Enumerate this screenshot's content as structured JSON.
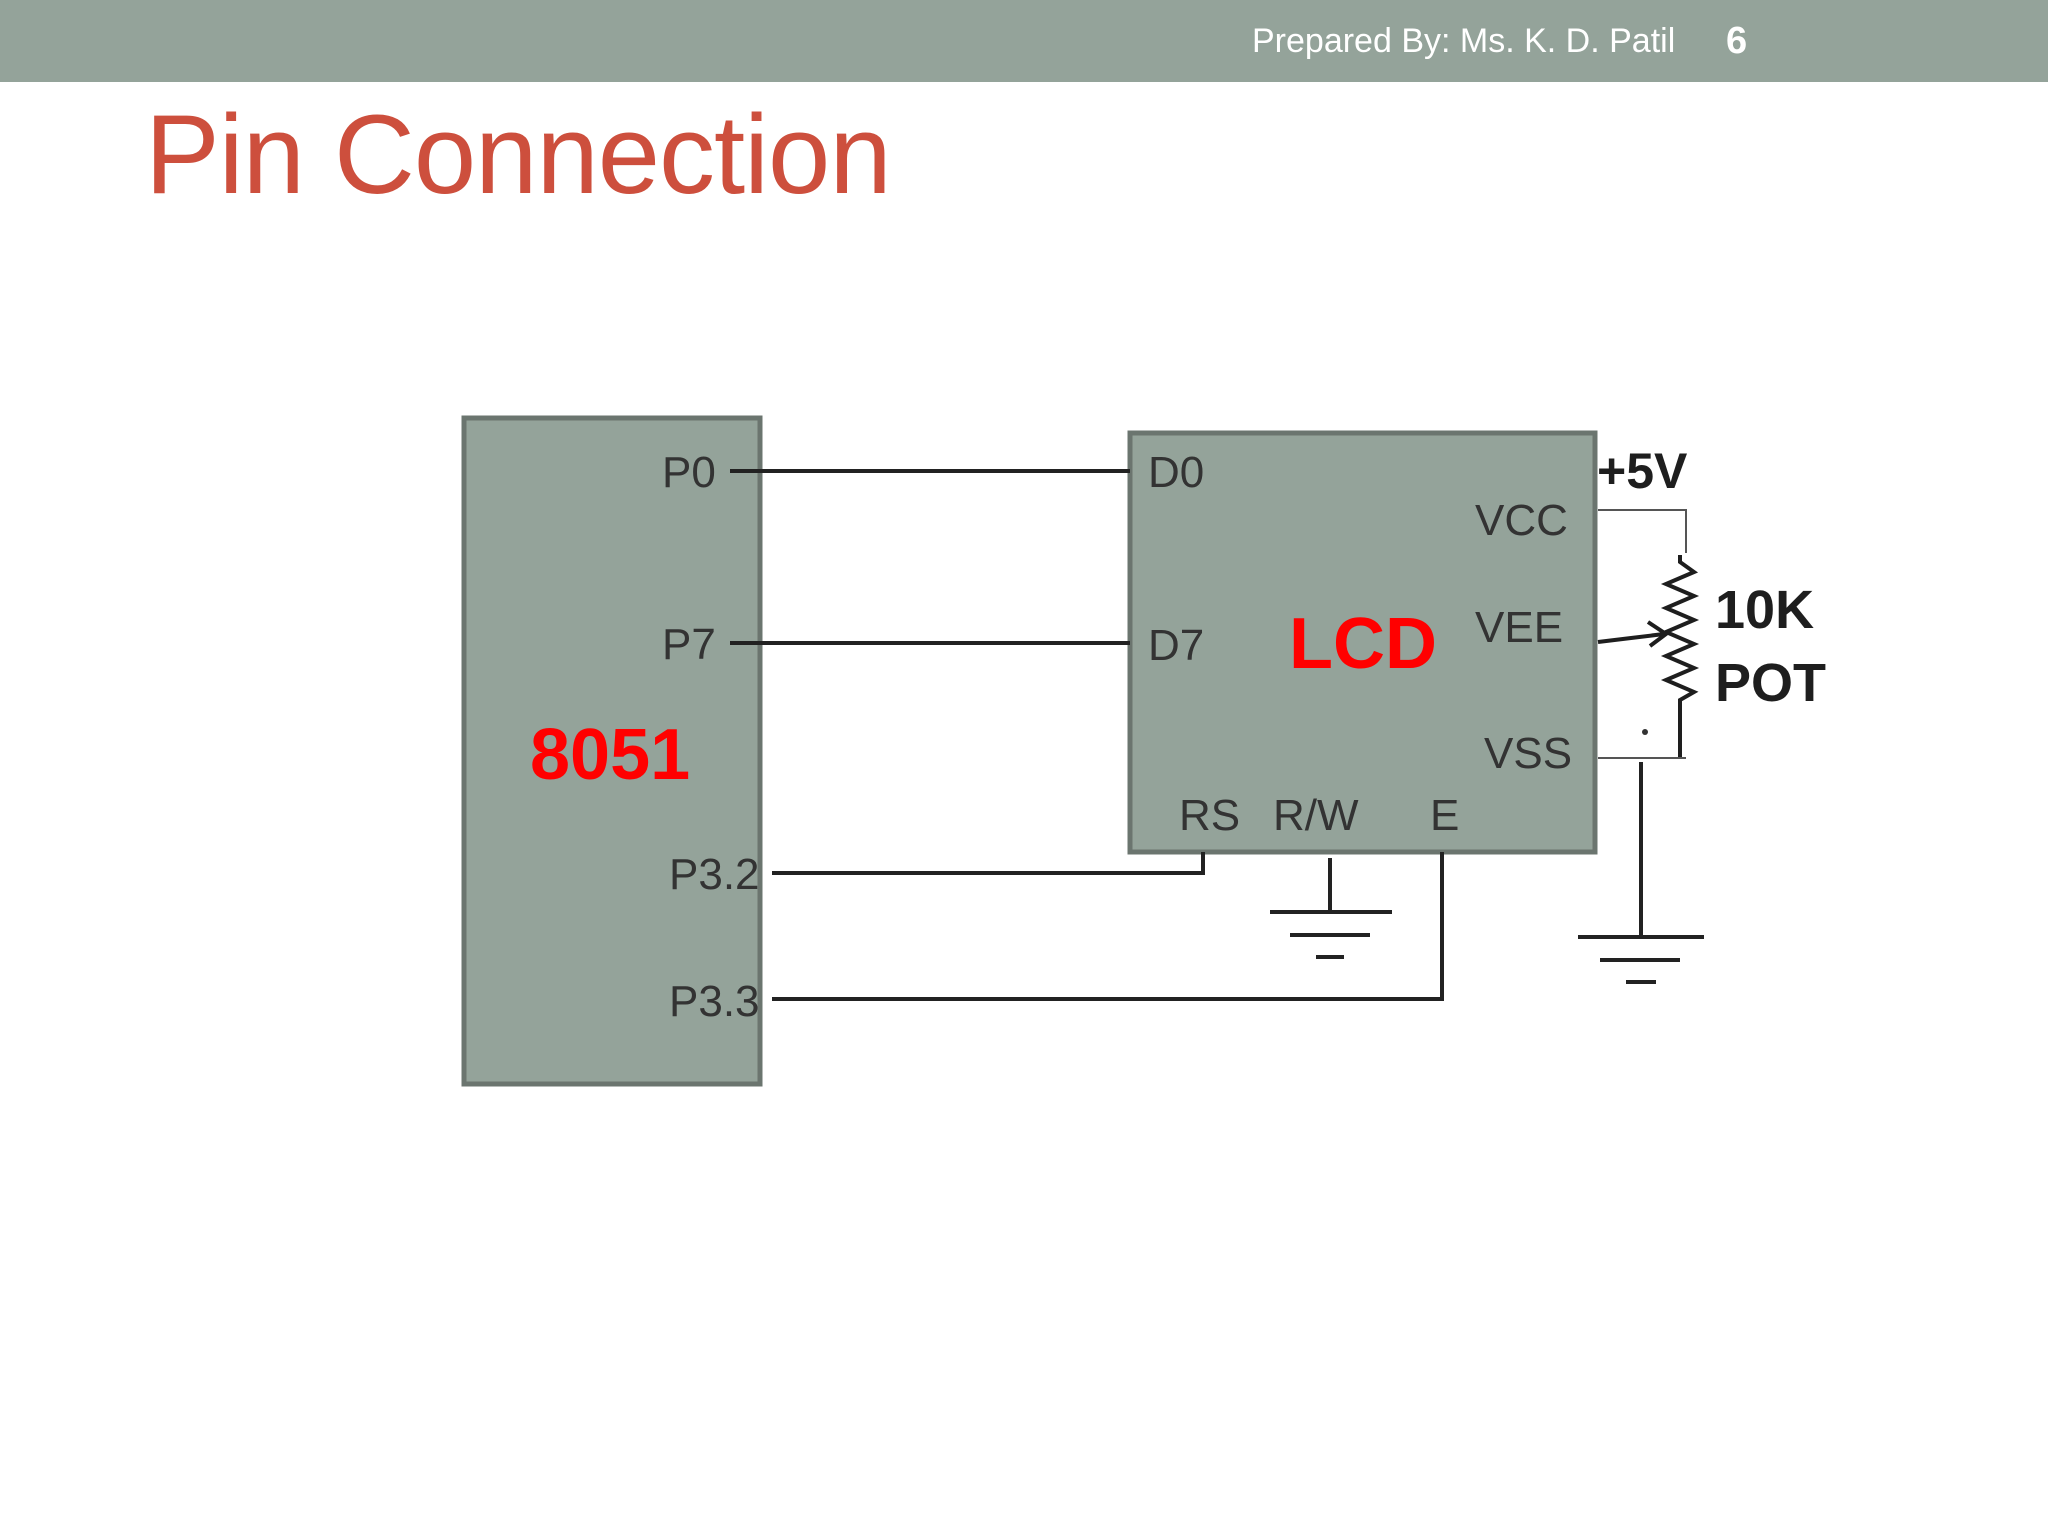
{
  "header": {
    "prepared_by": "Prepared By: Ms. K. D. Patil",
    "page_number": "6"
  },
  "slide": {
    "title": "Pin Connection"
  },
  "diagram": {
    "mcu": {
      "name": "8051",
      "pins": {
        "p0": "P0",
        "p7": "P7",
        "p32": "P3.2",
        "p33": "P3.3"
      }
    },
    "lcd": {
      "name": "LCD",
      "pins": {
        "d0": "D0",
        "d7": "D7",
        "vcc": "VCC",
        "vee": "VEE",
        "vss": "VSS",
        "rs": "RS",
        "rw": "R/W",
        "e": "E"
      }
    },
    "supply": "+5V",
    "pot": {
      "value": "10K",
      "name": "POT"
    }
  },
  "colors": {
    "header_bg": "#94a39a",
    "chip_fill": "#94a39a",
    "chip_stroke": "#6b756f",
    "title": "#cd4f3d",
    "accent_red": "#ff0000",
    "wire": "#222222"
  }
}
